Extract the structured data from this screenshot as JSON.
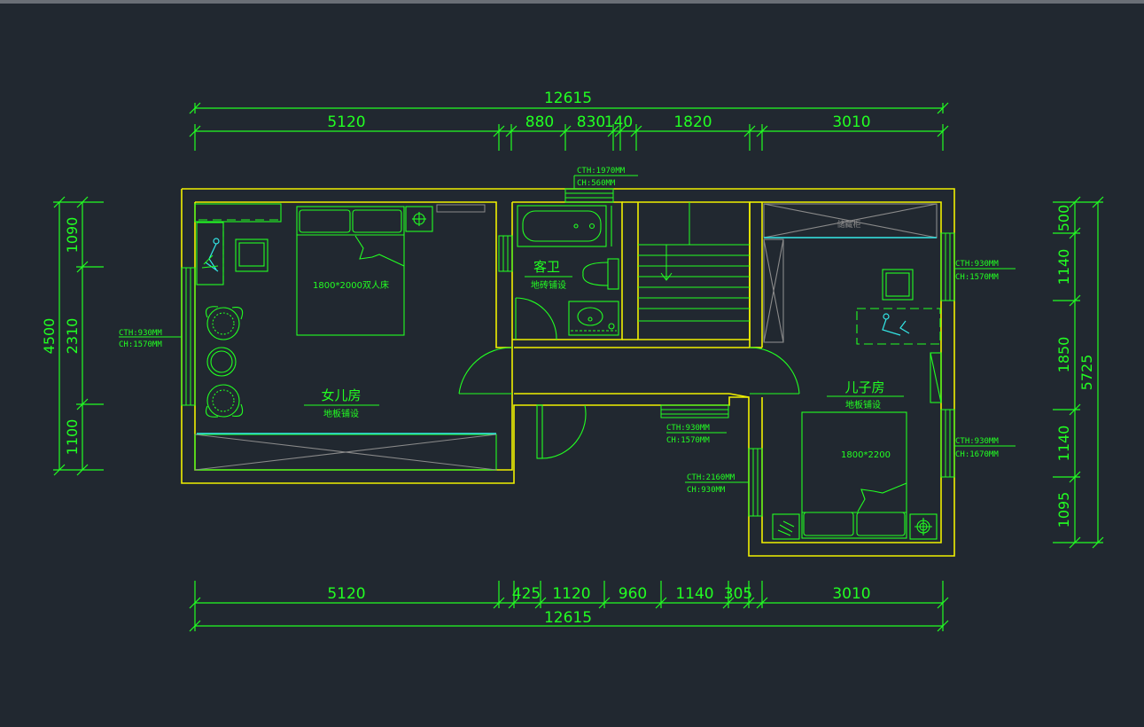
{
  "colors": {
    "background": "#212830",
    "wall": "#f0f000",
    "dimension": "#22ff22",
    "fixture": "#22ff22",
    "accent": "#33e6e6",
    "hatch": "#8a8a8a"
  },
  "dims": {
    "top_total": "12615",
    "top_segments": [
      "5120",
      "880",
      "830",
      "140",
      "1820",
      "3010"
    ],
    "bottom_segments": [
      "5120",
      "425",
      "1120",
      "960",
      "1140",
      "305",
      "3010"
    ],
    "bottom_total": "12615",
    "left_total": "4500",
    "left_segments": [
      "1090",
      "2310",
      "1100"
    ],
    "right_segments": [
      "500",
      "1140",
      "1850",
      "1140",
      "1095"
    ],
    "right_total": "5725"
  },
  "rooms": {
    "daughter": {
      "name": "女儿房",
      "floor": "地板铺设",
      "bed": "1800*2000双人床"
    },
    "guest_bath": {
      "name": "客卫",
      "floor": "地砖铺设"
    },
    "son": {
      "name": "儿子房",
      "floor": "地板铺设",
      "bed": "1800*2200",
      "wardrobe": "储藏柜"
    }
  },
  "notes": {
    "bath_window": [
      "CTH:1970MM",
      "CH:560MM"
    ],
    "left_window": [
      "CTH:930MM",
      "CH:1570MM"
    ],
    "right_window_1": [
      "CTH:930MM",
      "CH:1570MM"
    ],
    "corridor_window": [
      "CTH:930MM",
      "CH:1570MM"
    ],
    "son_door": [
      "CTH:2160MM",
      "CH:930MM"
    ],
    "right_window_2": [
      "CTH:930MM",
      "CH:1670MM"
    ]
  }
}
